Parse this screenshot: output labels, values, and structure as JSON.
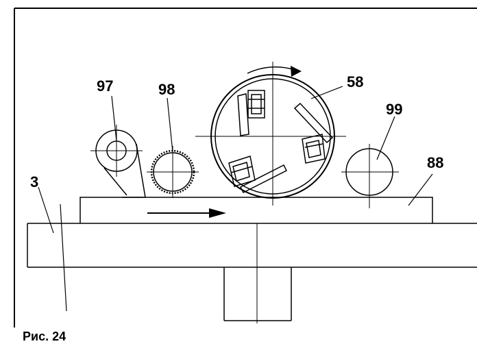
{
  "figure": {
    "caption": "Рис. 24",
    "labels": {
      "l97": "97",
      "l98": "98",
      "l58": "58",
      "l99": "99",
      "l88": "88",
      "l3": "3"
    },
    "line_color": "#000000"
  }
}
